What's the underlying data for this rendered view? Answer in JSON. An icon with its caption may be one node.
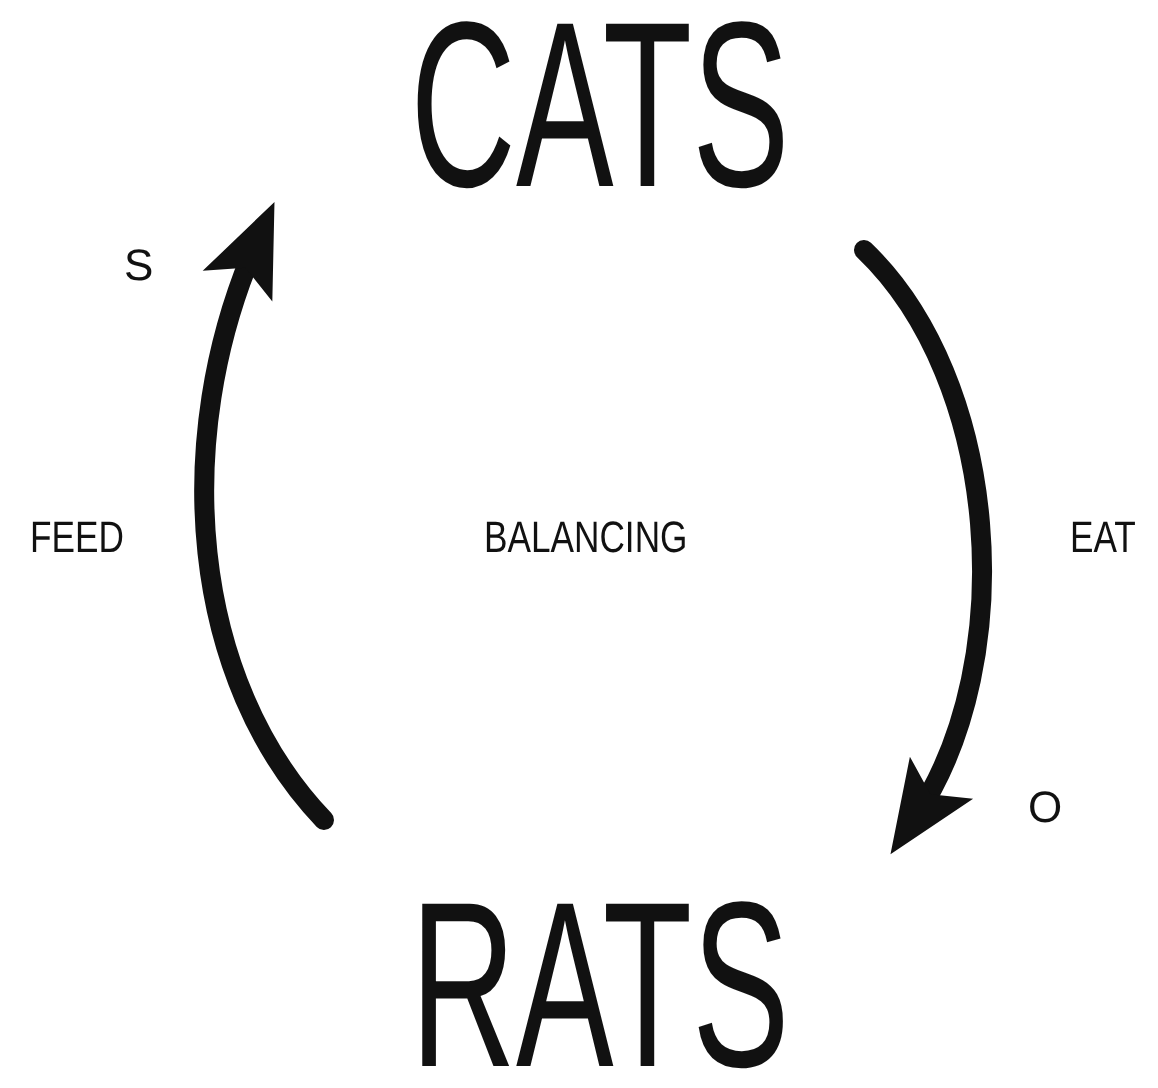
{
  "diagram": {
    "nodes": [
      {
        "text": [
          "CATS"
        ]
      },
      {
        "text": [
          "RATS"
        ]
      }
    ],
    "edges": [
      {
        "from": 0,
        "to": 1,
        "arrow": "to",
        "label": "EAT"
      },
      {
        "from": 1,
        "to": 0,
        "arrow": "to",
        "label": "FEED"
      }
    ],
    "labels": [
      "S",
      "BALANCING",
      "O"
    ]
  }
}
